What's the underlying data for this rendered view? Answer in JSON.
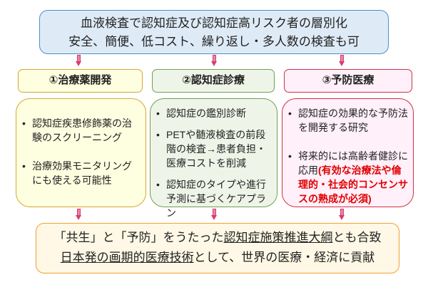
{
  "top": {
    "line1": "血液検査で認知症及び認知症高リスク者の層別化",
    "line2": "安全、簡便、低コスト、繰り返し・多人数の検査も可"
  },
  "columns": [
    {
      "header": "①治療薬開発",
      "items": [
        "認知症疾患修飾薬の治験のスクリーニング",
        "治療効果モニタリングにも使える可能性"
      ]
    },
    {
      "header": "②認知症診療",
      "items": [
        "認知症の鑑別診断",
        "PETや髄液検査の前段階の検査→患者負担・医療コストを削減",
        "認知症のタイプや進行予測に基づくケアプラン"
      ]
    },
    {
      "header": "③予防医療",
      "items": [
        "認知症の効果的な予防法を開発する研究",
        "将来的には高齢者健診に応用"
      ],
      "note": "(有効な治療法や倫理的・社会的コンセンサスの熟成が必須)"
    }
  ],
  "bottom": {
    "l1a": "「共生」と「予防」をうたった",
    "l1b": "認知症施策推進大綱",
    "l1c": "とも合致",
    "l2a": "日本発の画期的医療技術",
    "l2b": "として、世界の医療・経済に貢献"
  },
  "colors": {
    "arrow": "#d04070",
    "top": "#4a8fd0",
    "col1": "#d6a830",
    "col2": "#70a050",
    "col3": "#d03040",
    "bottom": "#f0a030"
  }
}
